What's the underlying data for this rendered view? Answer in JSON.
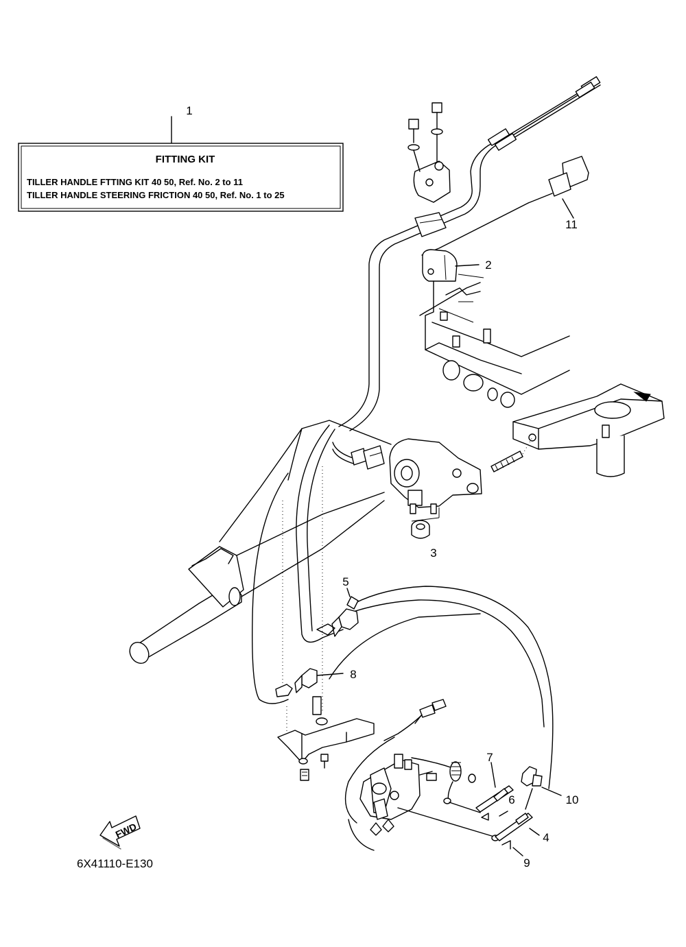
{
  "fitting_kit": {
    "callout": "1",
    "title": "FITTING KIT",
    "lines": [
      "TILLER HANDLE FTTING KIT 40 50, Ref. No. 2 to 11",
      "TILLER HANDLE STEERING FRICTION 40 50,  Ref. No. 1 to 25"
    ]
  },
  "callouts": [
    "11",
    "2",
    "3",
    "5",
    "8",
    "7",
    "6",
    "10",
    "4",
    "9"
  ],
  "direction_badge": "FWD",
  "diagram_code": "6X41110-E130"
}
